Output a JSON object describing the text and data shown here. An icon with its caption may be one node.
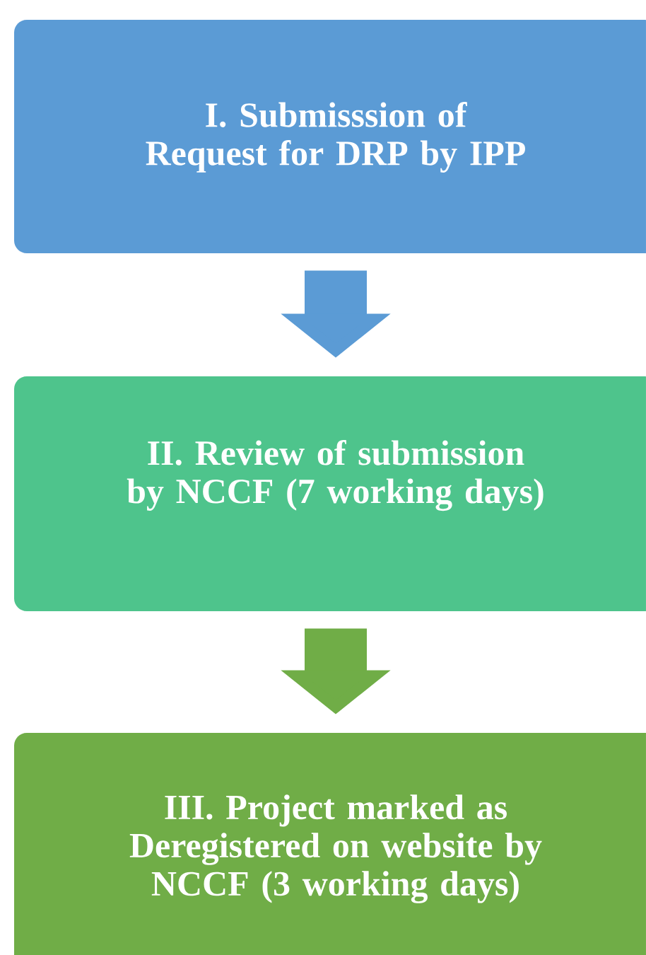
{
  "diagram": {
    "nodes": [
      {
        "text": [
          "I. Submisssion of Request for DRP by IPP"
        ]
      },
      {
        "text": [
          "II. Review of submission by NCCF (7 working days)"
        ]
      },
      {
        "text": [
          "III. Project marked as Deregistered on website by NCCF (3 working days)"
        ]
      }
    ],
    "edges": [
      {
        "from": 0,
        "to": 1,
        "arrow": "to",
        "color": "#5b9bd5"
      },
      {
        "from": 1,
        "to": 2,
        "arrow": "to",
        "color": "#70ad47"
      }
    ]
  }
}
